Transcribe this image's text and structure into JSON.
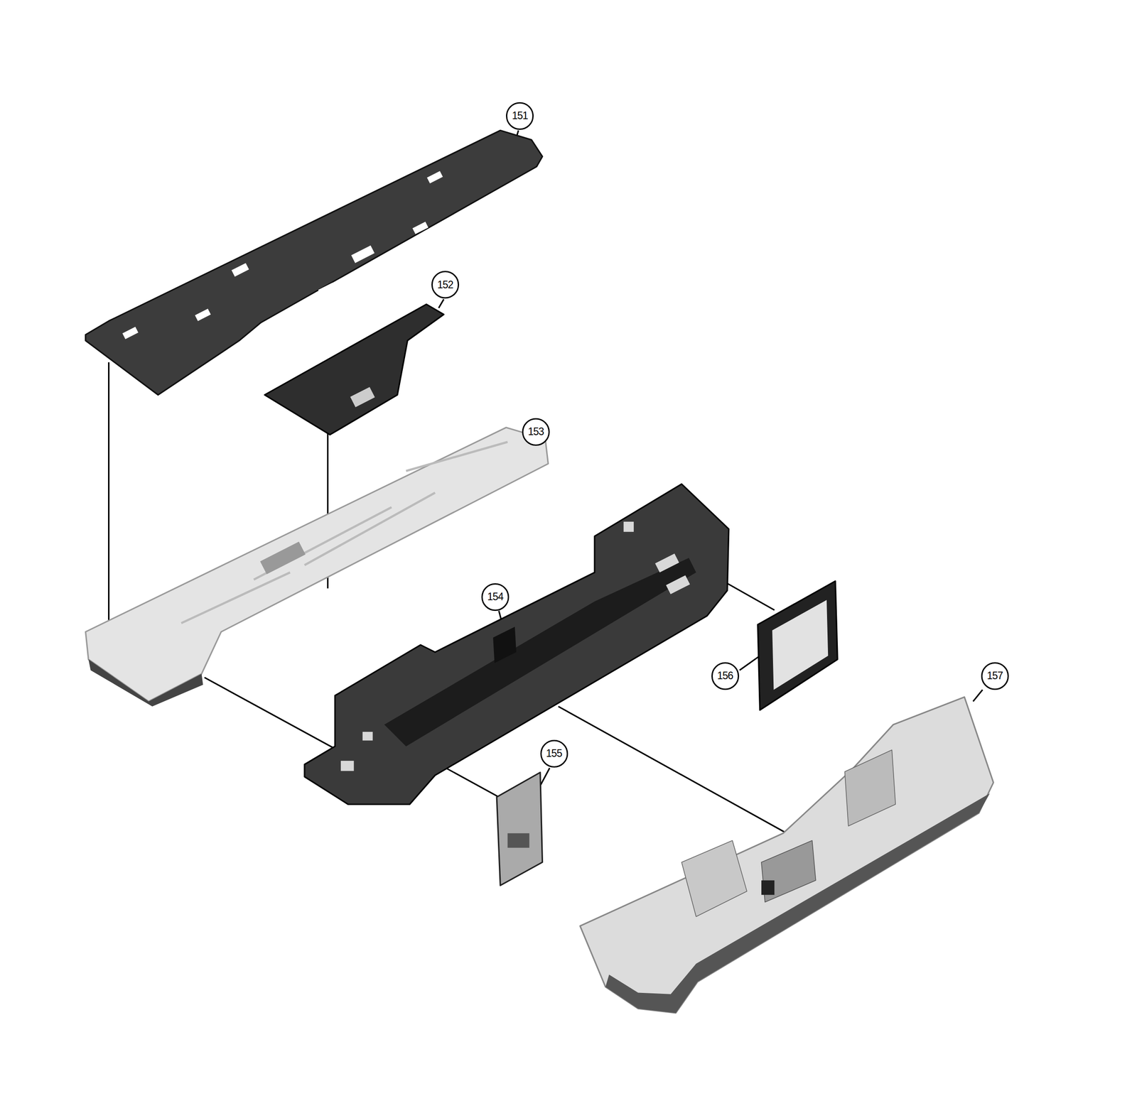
{
  "diagram": {
    "labels": [
      "151",
      "152",
      "153",
      "154",
      "155",
      "156",
      "157"
    ]
  }
}
